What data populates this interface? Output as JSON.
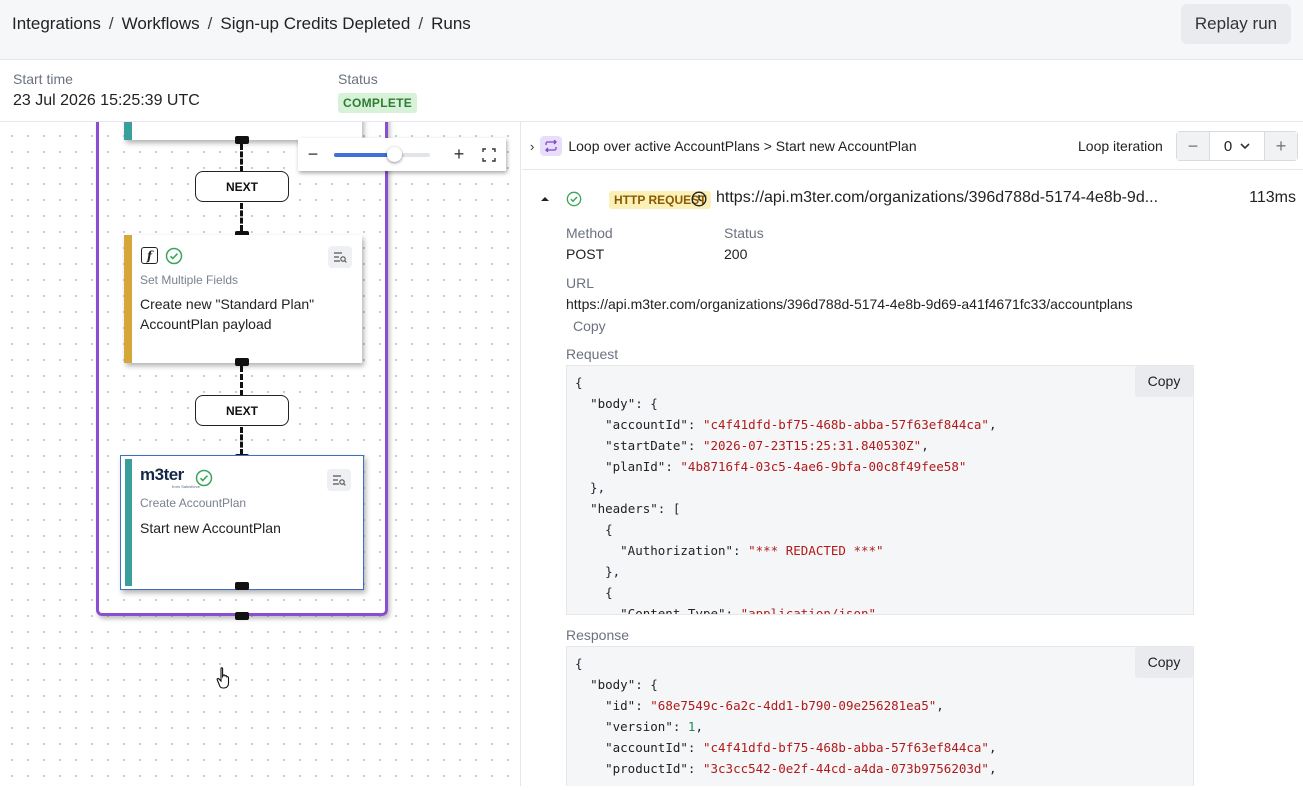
{
  "breadcrumb": [
    "Integrations",
    "Workflows",
    "Sign-up Credits Depleted",
    "Runs"
  ],
  "breadcrumb_separator": "/",
  "replay_button": "Replay run",
  "meta": {
    "start_label": "Start time",
    "start_value": "23 Jul 2026 15:25:39 UTC",
    "status_label": "Status",
    "status_value": "COMPLETE"
  },
  "canvas": {
    "next_label": "NEXT",
    "nodes": [
      {
        "kind": "Set Multiple Fields",
        "title": "Create new \"Standard Plan\" AccountPlan payload",
        "icon": "function-icon",
        "stripe": "#d6a63b"
      },
      {
        "kind": "Create AccountPlan",
        "title": "Start new AccountPlan",
        "icon": "m3ter-logo",
        "stripe": "#3a9e9a",
        "logo_text": "m3ter",
        "logo_sub": "from Salesforce"
      }
    ],
    "zoom_level": 0.62
  },
  "panel": {
    "loop_path": "Loop over active AccountPlans > Start new AccountPlan",
    "iteration_label": "Loop iteration",
    "iteration_value": "0",
    "request_type": "HTTP REQUEST",
    "request_url_short": "https://api.m3ter.com/organizations/396d788d-5174-4e8b-9d...",
    "duration": "113ms",
    "method_label": "Method",
    "method_value": "POST",
    "status_label": "Status",
    "status_value": "200",
    "url_label": "URL",
    "url_value": "https://api.m3ter.com/organizations/396d788d-5174-4e8b-9d69-a41f4671fc33/accountplans",
    "copy_label": "Copy",
    "request_label": "Request",
    "response_label": "Response",
    "request_lines": [
      "{",
      "  \"body\": {",
      "    \"accountId\": \"c4f41dfd-bf75-468b-abba-57f63ef844ca\",",
      "    \"startDate\": \"2026-07-23T15:25:31.840530Z\",",
      "    \"planId\": \"4b8716f4-03c5-4ae6-9bfa-00c8f49fee58\"",
      "  },",
      "  \"headers\": [",
      "    {",
      "      \"Authorization\": \"*** REDACTED ***\"",
      "    },",
      "    {",
      "      \"Content-Type\": \"application/json\""
    ],
    "response_lines": [
      "{",
      "  \"body\": {",
      "    \"id\": \"68e7549c-6a2c-4dd1-b790-09e256281ea5\",",
      "    \"version\": 1,",
      "    \"accountId\": \"c4f41dfd-bf75-468b-abba-57f63ef844ca\",",
      "    \"productId\": \"3c3cc542-0e2f-44cd-a4da-073b9756203d\","
    ]
  },
  "colors": {
    "loop_border": "#8a4fd0",
    "success": "#3aa55a",
    "http_badge_bg": "#fbf0b8",
    "complete_bg": "#d7f2d9",
    "json_string": "#b11a1a",
    "json_number": "#1f8a55"
  }
}
